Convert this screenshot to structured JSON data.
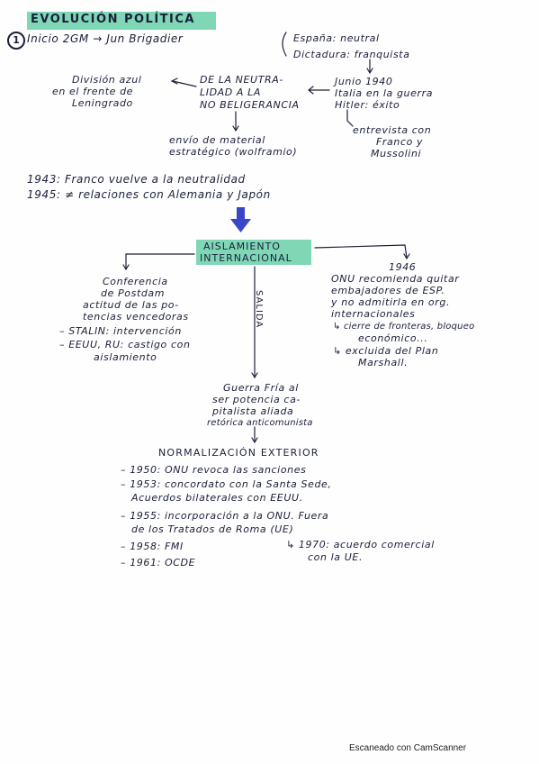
{
  "title": "EVOLUCIÓN POLÍTICA",
  "section_number": "1",
  "line_inicio": "Inicio   2GM → Jun  Brigadier",
  "espana_neutral": "España: neutral",
  "dictadura_franquista": "Dictadura: franquista",
  "junio_1940": "Junio 1940",
  "italia_guerra": "Italia en la guerra",
  "hitler_exito": "Hitler: éxito",
  "entrevista_1": "entrevista con",
  "entrevista_2": "Franco y",
  "entrevista_3": "Mussolini",
  "neutralidad_1": "DE LA NEUTRA-",
  "neutralidad_2": "LIDAD A LA",
  "neutralidad_3": "NO BELIGERANCIA",
  "division_1": "División azul",
  "division_2": "en el frente de",
  "division_3": "Leningrado",
  "envio_1": "envío de material",
  "envio_2": "estratégico (wolframio)",
  "line_1943": "1943: Franco vuelve a la neutralidad",
  "line_1945": "1945: ≠ relaciones con Alemania y Japón",
  "aislamiento_1": "AISLAMIENTO",
  "aislamiento_2": "INTERNACIONAL",
  "conferencia_1": "Conferencia",
  "conferencia_2": "de Postdam",
  "conferencia_3": "actitud de las po-",
  "conferencia_4": "tencias vencedoras",
  "stalin": "– STALIN: intervención",
  "eeuu_ru_1": "– EEUU, RU: castigo con",
  "eeuu_ru_2": "aislamiento",
  "year_1946": "1946",
  "onu_1": "ONU recomienda quitar",
  "onu_2": "embajadores de ESP.",
  "onu_3": "y no admitirla en org.",
  "onu_4": "internacionales",
  "onu_5": "↳ cierre de fronteras, bloqueo",
  "onu_6": "económico...",
  "onu_7": "↳ excluida del Plan",
  "onu_8": "Marshall.",
  "salida": "SALIDA",
  "guerra_fria_1": "Guerra Fría al",
  "guerra_fria_2": "ser potencia ca-",
  "guerra_fria_3": "pitalista aliada",
  "guerra_fria_4": "retórica anticomunista",
  "normalizacion": "NORMALIZACIÓN EXTERIOR",
  "item_1950": "– 1950: ONU revoca las sanciones",
  "item_1953_1": "– 1953: concordato con la Santa Sede,",
  "item_1953_2": "Acuerdos bilaterales con EEUU.",
  "item_1955_1": "– 1955: incorporación a la ONU. Fuera",
  "item_1955_2": "de los Tratados de Roma (UE)",
  "item_1958": "– 1958: FMI",
  "item_1961": "– 1961: OCDE",
  "item_1970_1": "↳ 1970: acuerdo comercial",
  "item_1970_2": "con la UE.",
  "footer": "Escaneado con CamScanner",
  "colors": {
    "highlight": "#7fd7b6",
    "ink": "#1b1f3a",
    "arrow": "#3a46c8"
  }
}
